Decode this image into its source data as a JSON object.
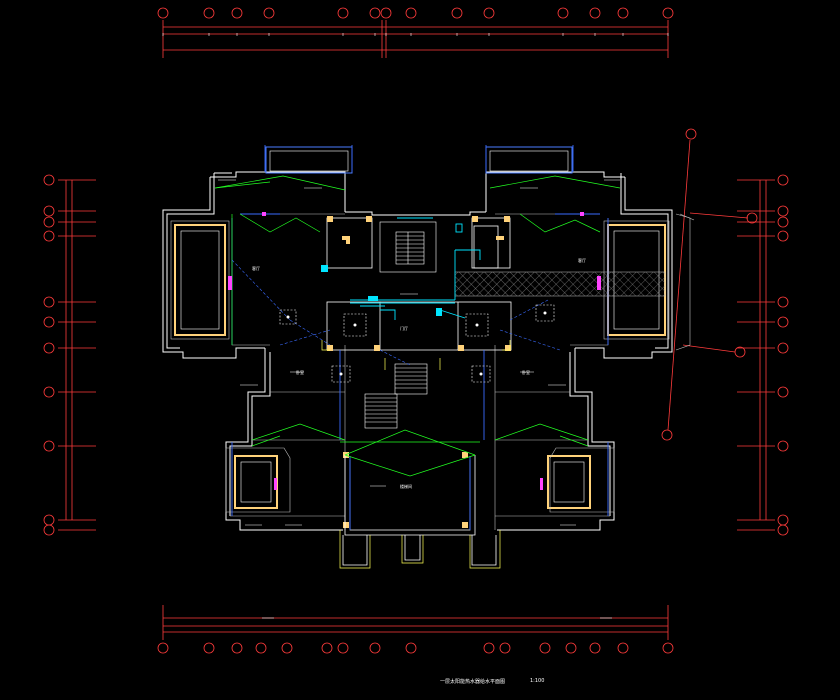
{
  "drawing": {
    "caption": "一层太阳能热水器给水平面图",
    "scale": "1:100",
    "colors": {
      "background": "#000000",
      "wall": "#ffffff",
      "wall_thin": "#bfbfbf",
      "column": "#ffd27a",
      "grid": "#ff3b3b",
      "dim": "#ffffff",
      "pipe_green": "#22ff22",
      "pipe_cyan": "#00e5ff",
      "pipe_blue": "#3a6bff",
      "window_blue": "#4a7dff",
      "yellow": "#ffff55",
      "magenta": "#ff44ff",
      "hatch": "#9a9a9a"
    },
    "icons": [
      "grid-bubble-icon",
      "stair-icon",
      "water-heater-icon",
      "dimension-arrow-icon"
    ],
    "rooms": {
      "living_left": "客厅",
      "living_right": "客厅",
      "bed_left": "卧室",
      "bed_right": "卧室",
      "hall": "门厅",
      "stair": "楼梯间"
    }
  }
}
